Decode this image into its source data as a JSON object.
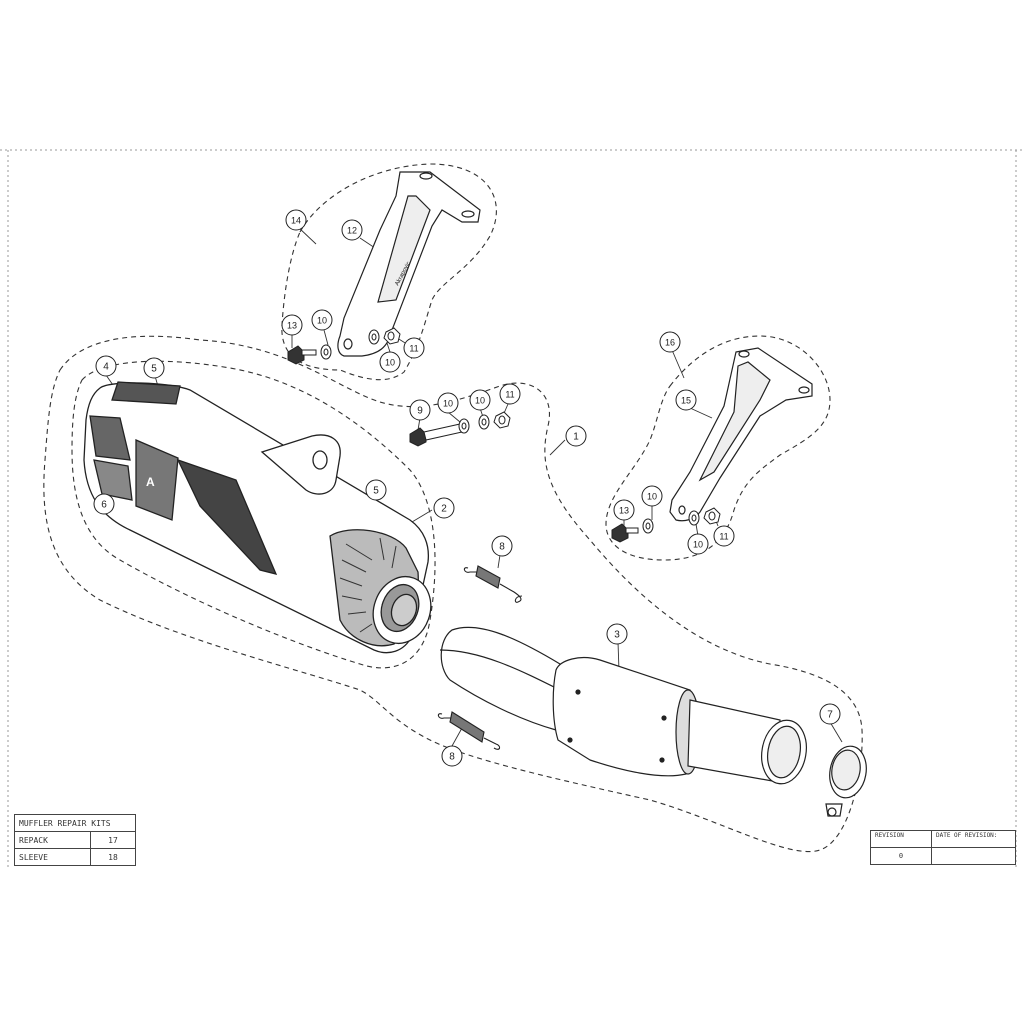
{
  "title_block": {
    "repair_kits": {
      "heading": "MUFFLER REPAIR KITS",
      "rows": [
        {
          "name": "REPACK",
          "code": "17"
        },
        {
          "name": "SLEEVE",
          "code": "18"
        }
      ]
    },
    "revision": {
      "revision_label": "REVISION",
      "date_label": "DATE OF REVISION:",
      "revision_value": "0",
      "date_value": ""
    }
  },
  "callouts": [
    {
      "id": "c1",
      "label": "1"
    },
    {
      "id": "c2",
      "label": "2"
    },
    {
      "id": "c3",
      "label": "3"
    },
    {
      "id": "c4",
      "label": "4"
    },
    {
      "id": "c5a",
      "label": "5"
    },
    {
      "id": "c5b",
      "label": "5"
    },
    {
      "id": "c6",
      "label": "6"
    },
    {
      "id": "c7",
      "label": "7"
    },
    {
      "id": "c8a",
      "label": "8"
    },
    {
      "id": "c8b",
      "label": "8"
    },
    {
      "id": "c9",
      "label": "9"
    },
    {
      "id": "c10a",
      "label": "10"
    },
    {
      "id": "c10b",
      "label": "10"
    },
    {
      "id": "c10c",
      "label": "10"
    },
    {
      "id": "c10d",
      "label": "10"
    },
    {
      "id": "c10e",
      "label": "10"
    },
    {
      "id": "c10f",
      "label": "10"
    },
    {
      "id": "c11a",
      "label": "11"
    },
    {
      "id": "c11b",
      "label": "11"
    },
    {
      "id": "c11c",
      "label": "11"
    },
    {
      "id": "c12",
      "label": "12"
    },
    {
      "id": "c13a",
      "label": "13"
    },
    {
      "id": "c13b",
      "label": "13"
    },
    {
      "id": "c14",
      "label": "14"
    },
    {
      "id": "c15",
      "label": "15"
    },
    {
      "id": "c16",
      "label": "16"
    }
  ]
}
